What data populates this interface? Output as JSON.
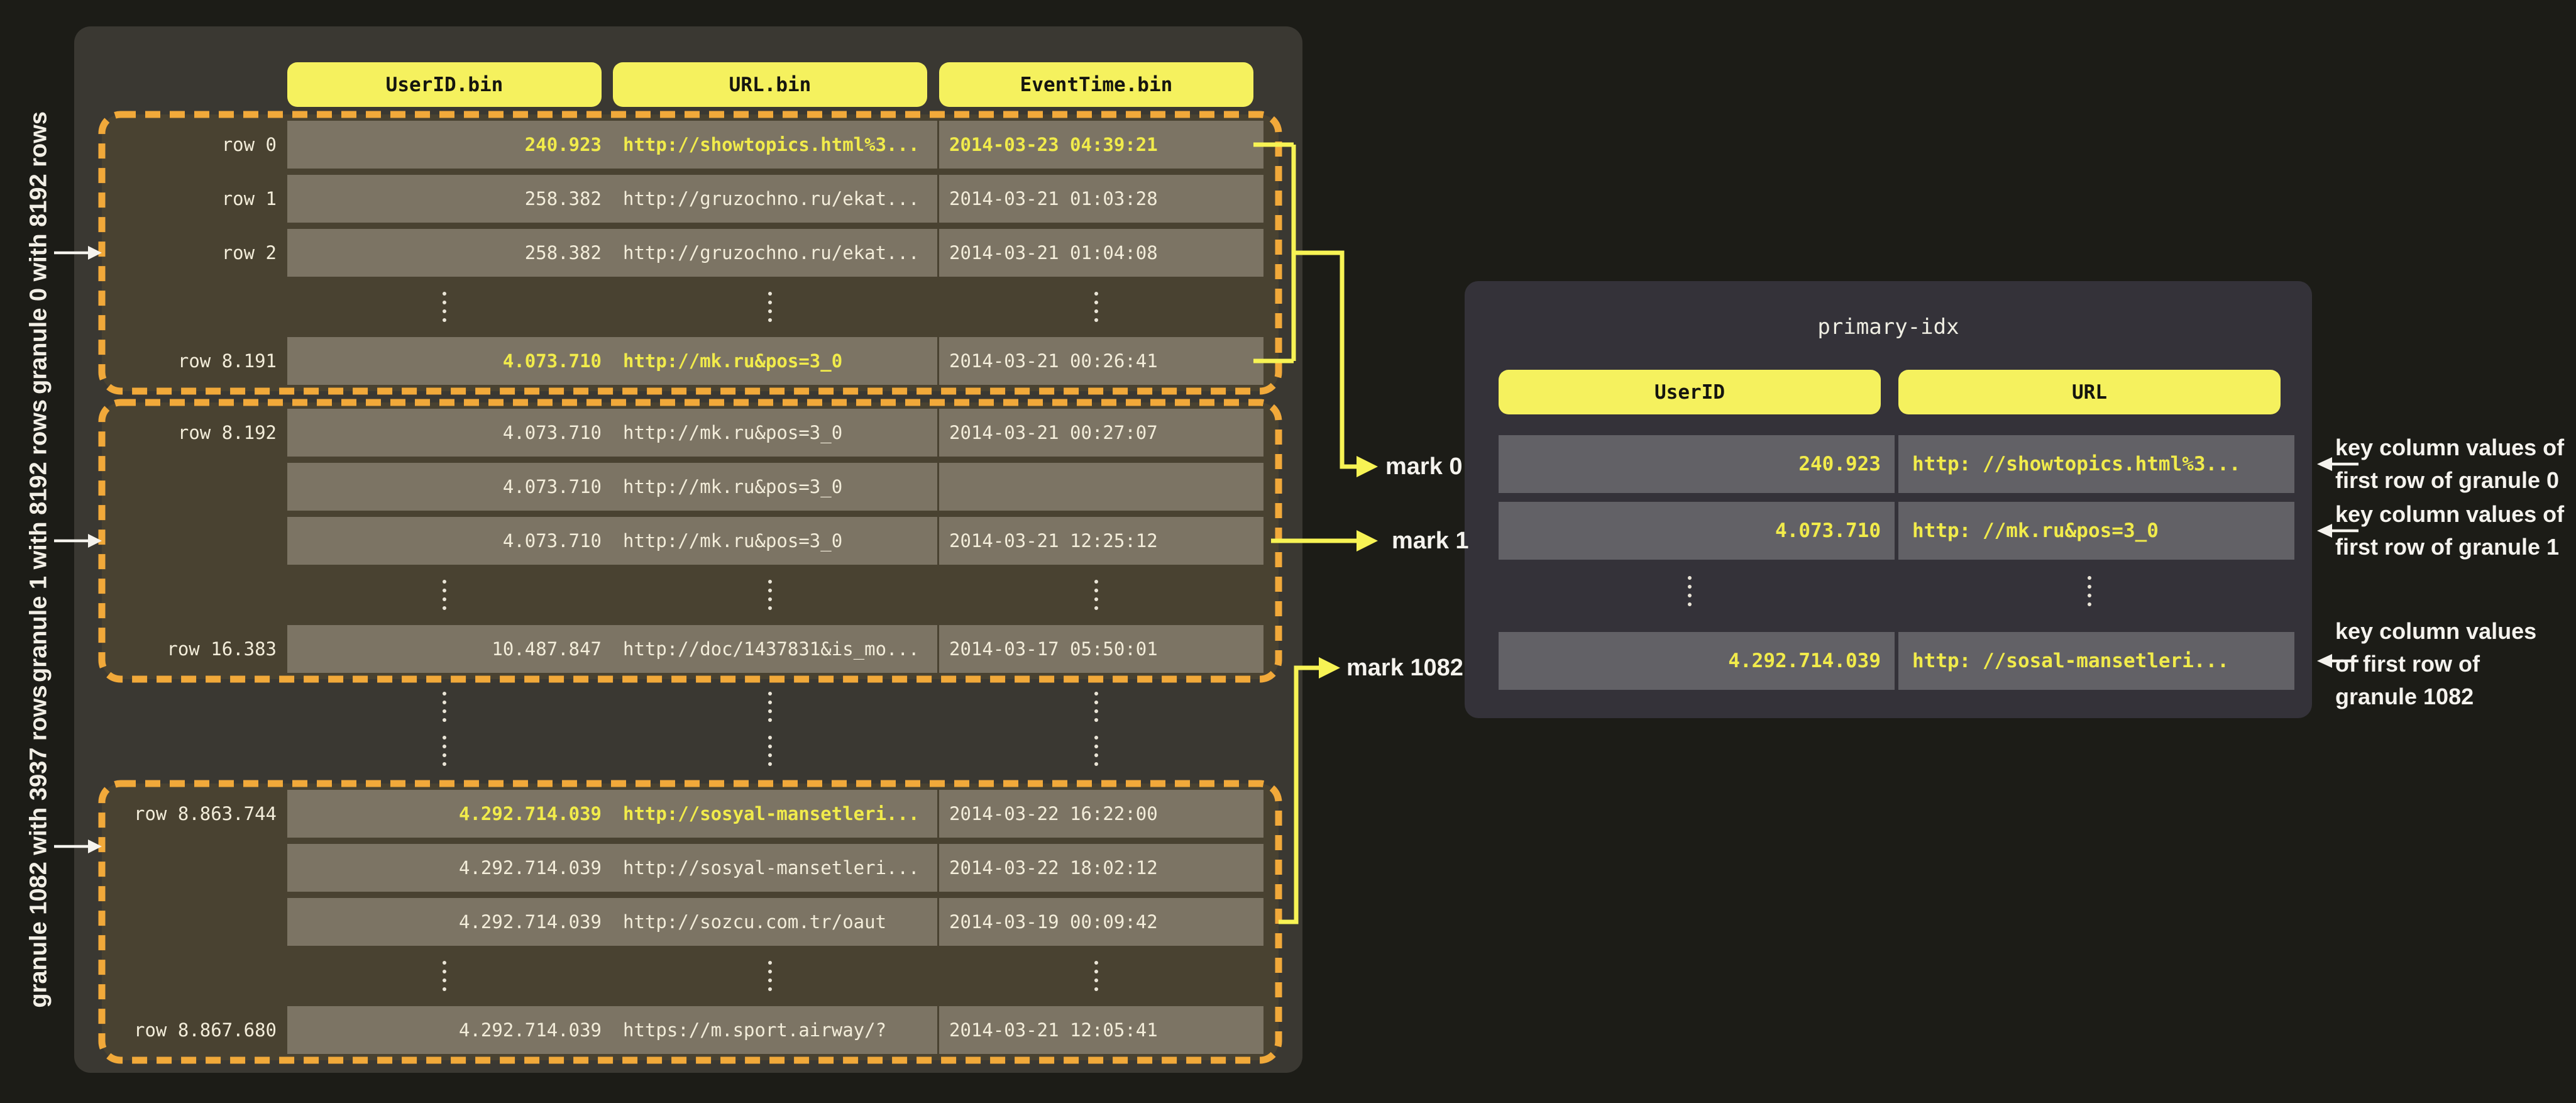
{
  "colors": {
    "page_bg": "#1C1C17",
    "left_panel_bg": "#3A3832",
    "granule_fill": "#494231",
    "granule_dashed_border": "#F1A93A",
    "cell_bg": "#7C7464",
    "header_pill": "#F5F15E",
    "highlight_text": "#F1EB4B",
    "cell_text": "#F3EDDA",
    "connector_yellow": "#F7F354",
    "primary_panel_bg": "#343239",
    "primary_cell_bg": "#626166",
    "annotation_text": "#F5F3EE"
  },
  "left_table": {
    "headers": [
      "UserID.bin",
      "URL.bin",
      "EventTime.bin"
    ],
    "granules": [
      {
        "side_label": "granule 0 with 8192 rows",
        "rows": [
          {
            "label": "row 0",
            "user_id": "240.923",
            "url": "http://showtopics.html%3...",
            "event_time": "2014-03-23 04:39:21",
            "hl": [
              true,
              true,
              true
            ]
          },
          {
            "label": "row 1",
            "user_id": "258.382",
            "url": "http://gruzochno.ru/ekat...",
            "event_time": "2014-03-21 01:03:28",
            "hl": [
              false,
              false,
              false
            ]
          },
          {
            "label": "row 2",
            "user_id": "258.382",
            "url": "http://gruzochno.ru/ekat...",
            "event_time": "2014-03-21 01:04:08",
            "hl": [
              false,
              false,
              false
            ]
          },
          {
            "type": "dots"
          },
          {
            "label": "row 8.191",
            "user_id": "4.073.710",
            "url": "http://mk.ru&pos=3_0",
            "event_time": "2014-03-21 00:26:41",
            "hl": [
              true,
              true,
              false
            ]
          }
        ]
      },
      {
        "side_label": "granule 1 with 8192 rows",
        "rows": [
          {
            "label": "row 8.192",
            "user_id": "4.073.710",
            "url": "http://mk.ru&pos=3_0",
            "event_time": "2014-03-21 00:27:07",
            "hl": [
              false,
              false,
              false
            ]
          },
          {
            "label": "",
            "user_id": "4.073.710",
            "url": "http://mk.ru&pos=3_0",
            "event_time": "",
            "hl": [
              false,
              false,
              false
            ]
          },
          {
            "label": "",
            "user_id": "4.073.710",
            "url": "http://mk.ru&pos=3_0",
            "event_time": "2014-03-21 12:25:12",
            "hl": [
              false,
              false,
              false
            ]
          },
          {
            "type": "dots"
          },
          {
            "label": "row 16.383",
            "user_id": "10.487.847",
            "url": "http://doc/1437831&is_mo...",
            "event_time": "2014-03-17 05:50:01",
            "hl": [
              false,
              false,
              false
            ]
          }
        ]
      },
      {
        "side_label": "granule 1082  with  3937 rows",
        "rows": [
          {
            "label": "row 8.863.744",
            "user_id": "4.292.714.039",
            "url": "http://sosyal-mansetleri...",
            "event_time": "2014-03-22 16:22:00",
            "hl": [
              true,
              true,
              false
            ]
          },
          {
            "label": "",
            "user_id": "4.292.714.039",
            "url": "http://sosyal-mansetleri...",
            "event_time": "2014-03-22 18:02:12",
            "hl": [
              false,
              false,
              false
            ]
          },
          {
            "label": "",
            "user_id": "4.292.714.039",
            "url": "http://sozcu.com.tr/oaut",
            "event_time": "2014-03-19 00:09:42",
            "hl": [
              false,
              false,
              false
            ]
          },
          {
            "type": "dots"
          },
          {
            "label": "row 8.867.680",
            "user_id": "4.292.714.039",
            "url": "https://m.sport.airway/?",
            "event_time": "2014-03-21 12:05:41",
            "hl": [
              false,
              false,
              false
            ]
          }
        ]
      }
    ]
  },
  "marks": [
    {
      "label": "mark 0"
    },
    {
      "label": "mark 1"
    },
    {
      "label": "mark 1082"
    }
  ],
  "primary_index": {
    "title": "primary-idx",
    "headers": [
      "UserID",
      "URL"
    ],
    "rows": [
      {
        "user_id": "240.923",
        "url": "http: //showtopics.html%3..."
      },
      {
        "user_id": "4.073.710",
        "url": "http: //mk.ru&pos=3_0"
      },
      {
        "type": "dots"
      },
      {
        "user_id": "4.292.714.039",
        "url": "http: //sosal-mansetleri..."
      }
    ]
  },
  "annotations": [
    {
      "text": "key column values of\nfirst row of granule 0"
    },
    {
      "text": "key column values of\nfirst row of granule 1"
    },
    {
      "text": "key column values\nof first row of\ngranule 1082"
    }
  ]
}
